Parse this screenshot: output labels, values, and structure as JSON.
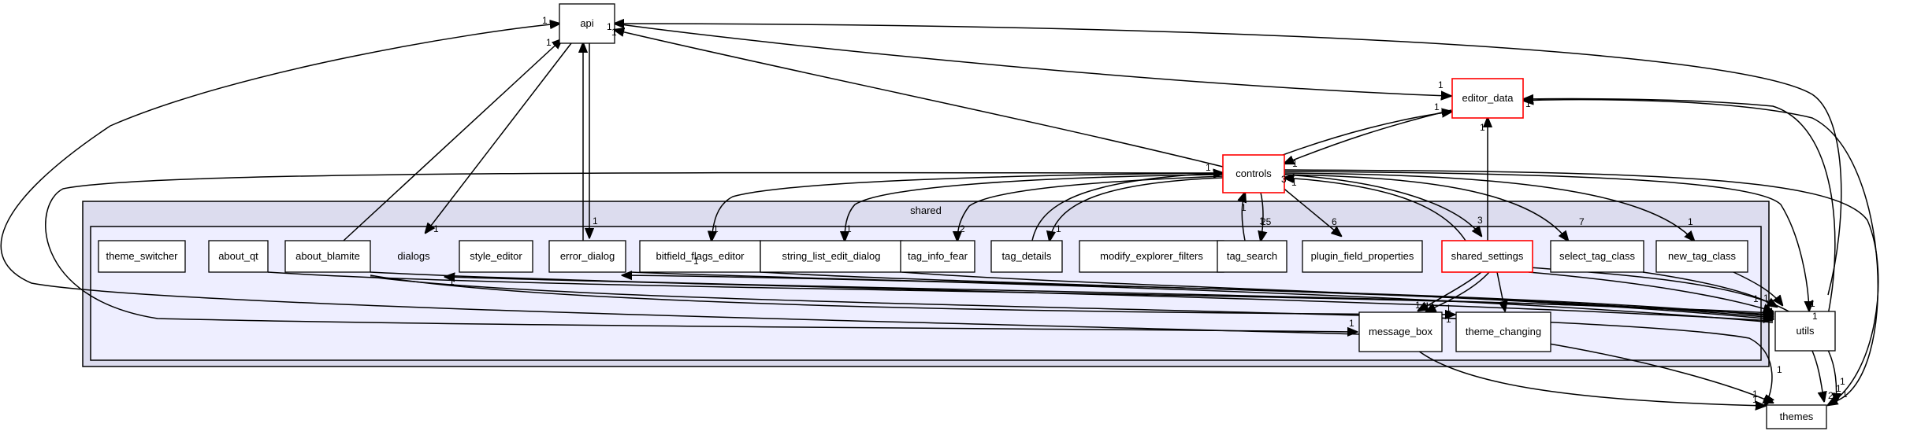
{
  "diagram": {
    "cluster_label": "shared",
    "nodes": [
      {
        "id": "api",
        "label": "api",
        "highlight": false
      },
      {
        "id": "editor_data",
        "label": "editor_data",
        "highlight": true
      },
      {
        "id": "controls",
        "label": "controls",
        "highlight": true
      },
      {
        "id": "utils",
        "label": "utils",
        "highlight": false
      },
      {
        "id": "themes",
        "label": "themes",
        "highlight": false
      },
      {
        "id": "theme_switcher",
        "label": "theme_switcher",
        "highlight": false
      },
      {
        "id": "about_qt",
        "label": "about_qt",
        "highlight": false
      },
      {
        "id": "about_blamite",
        "label": "about_blamite",
        "highlight": false
      },
      {
        "id": "dialogs",
        "label": "dialogs",
        "highlight": false,
        "boxless": true
      },
      {
        "id": "style_editor",
        "label": "style_editor",
        "highlight": false
      },
      {
        "id": "error_dialog",
        "label": "error_dialog",
        "highlight": false
      },
      {
        "id": "bitfield_flags_editor",
        "label": "bitfield_flags_editor",
        "highlight": false
      },
      {
        "id": "string_list_edit_dialog",
        "label": "string_list_edit_dialog",
        "highlight": false
      },
      {
        "id": "tag_info_fear",
        "label": "tag_info_fear",
        "highlight": false
      },
      {
        "id": "tag_details",
        "label": "tag_details",
        "highlight": false
      },
      {
        "id": "modify_explorer_filters",
        "label": "modify_explorer_filters",
        "highlight": false
      },
      {
        "id": "tag_search",
        "label": "tag_search",
        "highlight": false
      },
      {
        "id": "plugin_field_properties",
        "label": "plugin_field_properties",
        "highlight": false
      },
      {
        "id": "shared_settings",
        "label": "shared_settings",
        "highlight": true
      },
      {
        "id": "select_tag_class",
        "label": "select_tag_class",
        "highlight": false
      },
      {
        "id": "new_tag_class",
        "label": "new_tag_class",
        "highlight": false
      },
      {
        "id": "message_box",
        "label": "message_box",
        "highlight": false
      },
      {
        "id": "theme_changing",
        "label": "theme_changing",
        "highlight": false
      }
    ],
    "edge_labels": [
      "1",
      "1",
      "1",
      "1",
      "1",
      "1",
      "1",
      "1",
      "1",
      "1",
      "1",
      "1",
      "1",
      "25",
      "6",
      "3",
      "7",
      "1",
      "2",
      "1",
      "1",
      "1",
      "1",
      "1",
      "1",
      "1",
      "1",
      "1",
      "1",
      "1",
      "1",
      "1",
      "1",
      "1",
      "1",
      "1",
      "1",
      "1",
      "1",
      "2",
      "1",
      "1",
      "1",
      "3",
      "1",
      "1"
    ],
    "colors": {
      "highlight_border": "#ff0000",
      "cluster_outer": "#dcdcee",
      "cluster_inner": "#eeeeff"
    }
  }
}
